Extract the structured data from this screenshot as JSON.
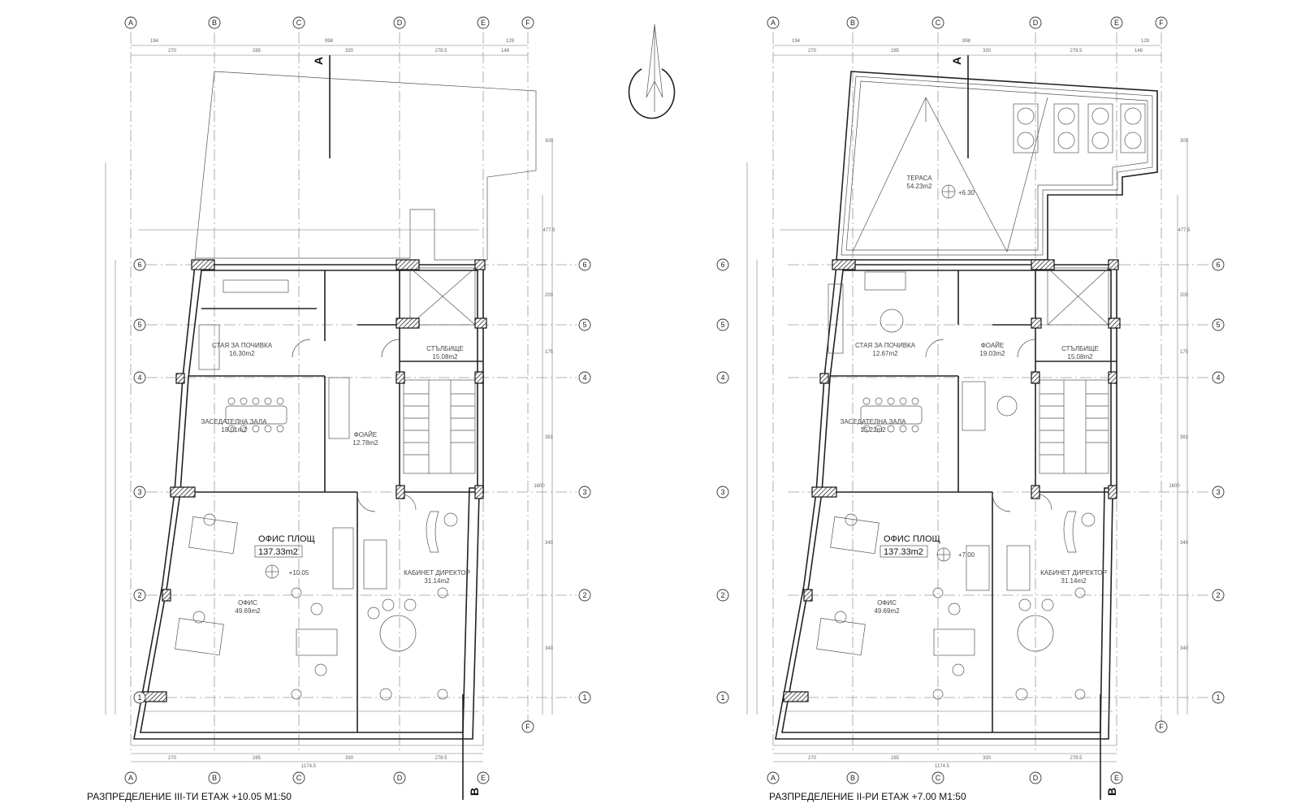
{
  "plans": [
    {
      "title": "РАЗПРЕДЕЛЕНИЕ III-ТИ ЕТАЖ +10.05 М1:50",
      "office_area_label": "ОФИС ПЛОЩ",
      "office_area_value": "137.33m2",
      "level_mark": "+10.05",
      "section_a": "A",
      "section_b": "B",
      "rooms": [
        {
          "name": "СТАЯ ЗА ПОЧИВКА",
          "area": "16.30m2"
        },
        {
          "name": "ЗАСЕДАТЕЛНА ЗАЛА",
          "area": "18.01m2"
        },
        {
          "name": "ФОАЙЕ",
          "area": "12.78m2"
        },
        {
          "name": "СТЪЛБИЩЕ",
          "area": "15.08m2"
        },
        {
          "name": "КАБИНЕТ ДИРЕКТОР",
          "area": "31.14m2"
        },
        {
          "name": "ОФИС",
          "area": "49.69m2"
        }
      ]
    },
    {
      "title": "РАЗПРЕДЕЛЕНИЕ II-РИ ЕТАЖ +7.00 М1:50",
      "office_area_label": "ОФИС ПЛОЩ",
      "office_area_value": "137.33m2",
      "level_mark": "+7.00",
      "terrace_level": "+6.30",
      "section_a": "A",
      "section_b": "B",
      "rooms": [
        {
          "name": "ТЕРАСА",
          "area": "54.23m2"
        },
        {
          "name": "СТАЯ ЗА ПОЧИВКА",
          "area": "12.67m2"
        },
        {
          "name": "ФОАЙЕ",
          "area": "19.03m2"
        },
        {
          "name": "СТЪЛБИЩЕ",
          "area": "15.08m2"
        },
        {
          "name": "ЗАСЕДАТЕЛНА ЗАЛА",
          "area": "15.22m2"
        },
        {
          "name": "КАБИНЕТ ДИРЕКТОР",
          "area": "31.14m2"
        },
        {
          "name": "ОФИС",
          "area": "49.69m2"
        }
      ]
    }
  ],
  "grid": {
    "columns": [
      "A",
      "B",
      "C",
      "D",
      "E",
      "F"
    ],
    "rows": [
      "6",
      "5",
      "4",
      "3",
      "2",
      "1"
    ]
  },
  "dimensions": {
    "top_total": "998",
    "top_parts": [
      "270",
      "285",
      "330",
      "278.5",
      "148"
    ],
    "top_offsets": [
      "194",
      "129"
    ],
    "bottom_total": "1174.5",
    "bottom_parts": [
      "270",
      "285",
      "330",
      "278.5"
    ],
    "right_parts": [
      "300",
      "477.5",
      "200",
      "175",
      "381",
      "340",
      "340"
    ],
    "right_total": "1600"
  },
  "colors": {
    "line": "#222222",
    "grid_line": "#9a9a9a",
    "paper": "#ffffff"
  }
}
